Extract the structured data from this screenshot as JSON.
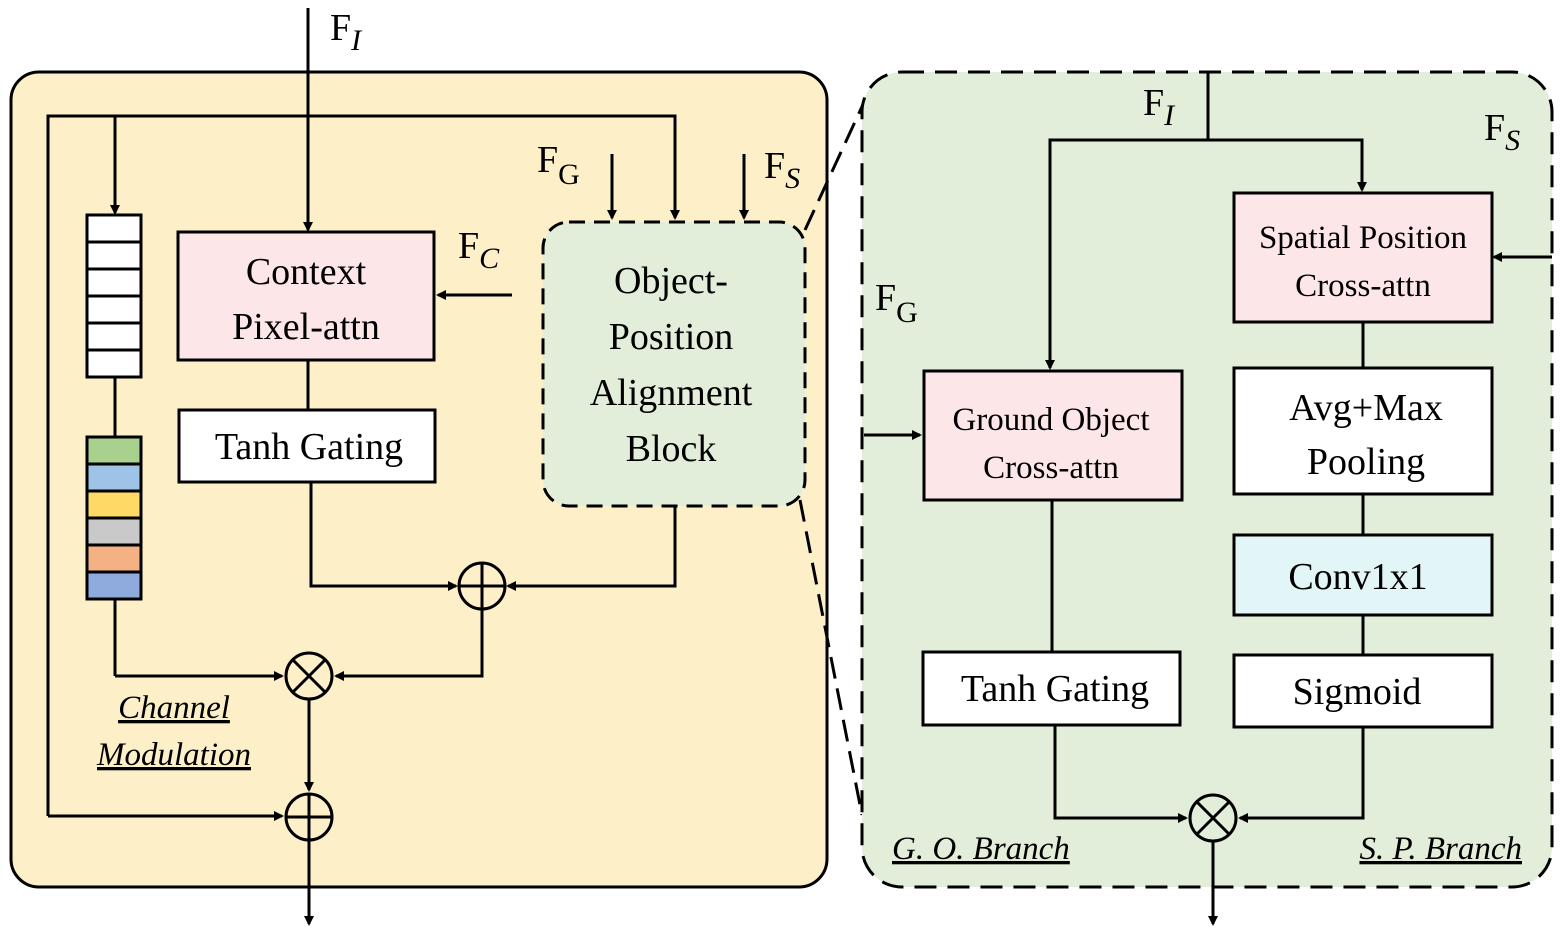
{
  "colors": {
    "left_panel": "#fdefc7",
    "right_panel": "#e3eeda",
    "attn_box": "#fde6e8",
    "conv_box": "#e2f6f7",
    "white": "#ffffff",
    "stack": [
      "#a9d18e",
      "#9dc3e6",
      "#ffd966",
      "#c9c9c9",
      "#f4b183",
      "#8faadc"
    ]
  },
  "symbols": {
    "F": "F",
    "sub_I": "I",
    "sub_G": "G",
    "sub_S": "S",
    "sub_C": "C"
  },
  "left": {
    "context_attn": [
      "Context",
      "Pixel-attn"
    ],
    "tanh_gating": "Tanh Gating",
    "opab": [
      "Object-",
      "Position",
      "Alignment",
      "Block"
    ],
    "channel_modulation": [
      "Channel",
      "Modulation"
    ]
  },
  "right": {
    "ground_object": [
      "Ground Object",
      "Cross-attn"
    ],
    "spatial_position": [
      "Spatial Position",
      "Cross-attn"
    ],
    "pooling": [
      "Avg+Max",
      "Pooling"
    ],
    "conv": "Conv1x1",
    "sigmoid": "Sigmoid",
    "tanh_gating": "Tanh Gating",
    "go_branch": "G. O. Branch",
    "sp_branch": "S. P. Branch"
  }
}
